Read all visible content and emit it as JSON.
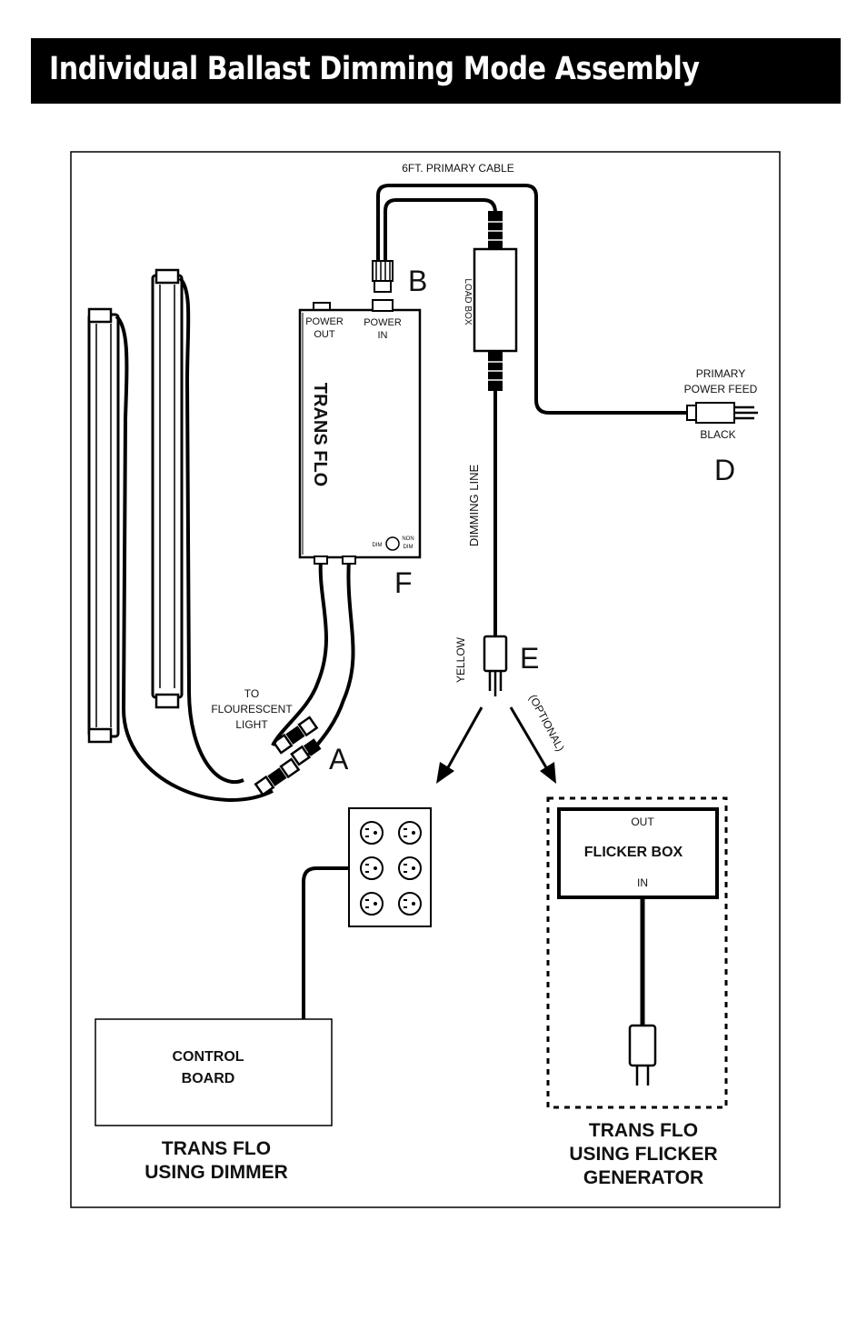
{
  "header": {
    "title": "Individual Ballast Dimming Mode Assembly"
  },
  "diagram": {
    "cable_label": "6FT. PRIMARY CABLE",
    "power_out": [
      "POWER",
      "OUT"
    ],
    "power_in": [
      "POWER",
      "IN"
    ],
    "transflo_label": "TRANS FLO",
    "switch_dim": "DIM",
    "switch_non_dim": [
      "NON",
      "DIM"
    ],
    "load_box": "LOAD BOX",
    "primary_feed": [
      "PRIMARY",
      "POWER FEED"
    ],
    "black": "BLACK",
    "dimming_line": "DIMMING LINE",
    "yellow": "YELLOW",
    "optional": "(OPTIONAL)",
    "to_light": [
      "TO",
      "FLOURESCENT",
      "LIGHT"
    ],
    "letters": {
      "a": "A",
      "b": "B",
      "d": "D",
      "e": "E",
      "f": "F"
    },
    "flicker_out": "OUT",
    "flicker_box": "FLICKER BOX",
    "flicker_in": "IN",
    "control_board": [
      "CONTROL",
      "BOARD"
    ],
    "caption_dimmer": [
      "TRANS FLO",
      "USING DIMMER"
    ],
    "caption_flicker": [
      "TRANS FLO",
      "USING FLICKER",
      "GENERATOR"
    ]
  }
}
